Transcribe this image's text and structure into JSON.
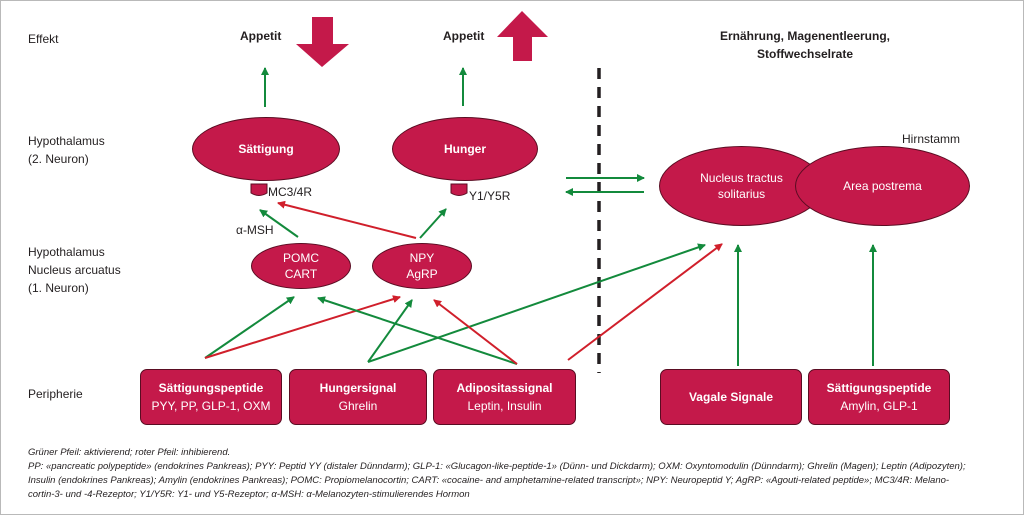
{
  "rows": {
    "effekt": "Effekt",
    "hypothalamus2": "Hypothalamus\n(2. Neuron)",
    "hypothalamus1": "Hypothalamus\nNucleus arcuatus\n(1. Neuron)",
    "peripherie": "Peripherie"
  },
  "effects": {
    "appetit_down": "Appetit",
    "appetit_up": "Appetit",
    "right": "Ernährung, Magenentleerung,\nStoffwechselrate"
  },
  "hirnstamm": "Hirnstamm",
  "neurons": {
    "saettigung": "Sättigung",
    "hunger": "Hunger",
    "pomc": "POMC\nCART",
    "npy": "NPY\nAgRP",
    "nts": "Nucleus tractus\nsolitarius",
    "area_postrema": "Area postrema"
  },
  "receptors": {
    "mc34r": "MC3/4R",
    "y1y5r": "Y1/Y5R",
    "amsh": "α-MSH"
  },
  "periphery": [
    {
      "title": "Sättigungspeptide",
      "sub": "PYY, PP, GLP-1, OXM"
    },
    {
      "title": "Hungersignal",
      "sub": "Ghrelin"
    },
    {
      "title": "Adipositassignal",
      "sub": "Leptin, Insulin"
    },
    {
      "title": "Vagale Signale",
      "sub": ""
    },
    {
      "title": "Sättigungspeptide",
      "sub": "Amylin, GLP-1"
    }
  ],
  "colors": {
    "burgundy": "#c4194a",
    "green": "#138a3c",
    "red": "#d01f2b",
    "dash": "#231f20"
  },
  "footnote": [
    "Grüner Pfeil: aktivierend; roter Pfeil: inhibierend.",
    "PP: «pancreatic polypeptide» (endokrines Pankreas); PYY: Peptid YY (distaler Dünndarm); GLP-1: «Glucagon-like-peptide-1» (Dünn- und Dickdarm); OXM: Oxyntomodulin (Dünndarm); Ghrelin (Magen); Leptin (Adipozyten);",
    "Insulin (endokrines Pankreas); Amylin (endokrines Pankreas); POMC: Propiomelanocortin; CART: «cocaine- and amphetamine-related transcript»; NPY: Neuropeptid Y; AgRP: «Agouti-related peptide»; MC3/4R: Melano-",
    "cortin-3- und -4-Rezeptor; Y1/Y5R: Y1- und Y5-Rezeptor; α-MSH: α-Melanozyten-stimulierendes Hormon"
  ]
}
